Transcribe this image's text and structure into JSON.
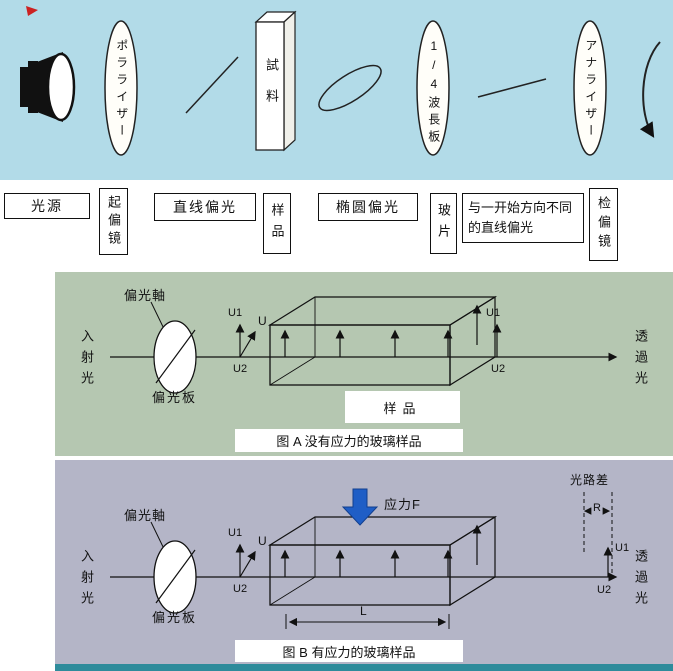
{
  "top": {
    "polarizer": "ポラライザー",
    "specimen": "試料",
    "quarter_wave_plate": "1/4波長板",
    "analyzer": "アナライザー"
  },
  "labels_row": {
    "light_source": "光源",
    "polarizer": "起偏镜",
    "linear_polarized": "直线偏光",
    "sample": "样品",
    "elliptical_polarized": "椭圆偏光",
    "glass_plate": "玻片",
    "rotated_linear_polarized": "与一开始方向不同的直线偏光",
    "analyzer": "检偏镜"
  },
  "diagram_a": {
    "incident_light": "入射光",
    "polarization_axis": "偏光軸",
    "polarizer_plate": "偏光板",
    "u1": "U1",
    "u": "U",
    "u2": "U2",
    "u1_right": "U1",
    "u2_right": "U2",
    "sample": "样品",
    "transmitted_light": "透過光",
    "caption": "图 A 没有应力的玻璃样品"
  },
  "diagram_b": {
    "incident_light": "入射光",
    "polarization_axis": "偏光軸",
    "polarizer_plate": "偏光板",
    "u1": "U1",
    "u": "U",
    "u2": "U2",
    "stress": "应力F",
    "optical_path_difference": "光路差",
    "r": "R",
    "l": "L",
    "u1_right": "U1",
    "u2_right": "U2",
    "transmitted_light": "透過光",
    "caption": "图 B 有应力的玻璃样品"
  },
  "colors": {
    "top_bg": "#b2dbe8",
    "diagram_a_bg": "#b5c7b1",
    "diagram_b_bg": "#b4b5c7",
    "stress_arrow": "#1f5ec6",
    "bottom_strip": "#2e8b9b"
  }
}
